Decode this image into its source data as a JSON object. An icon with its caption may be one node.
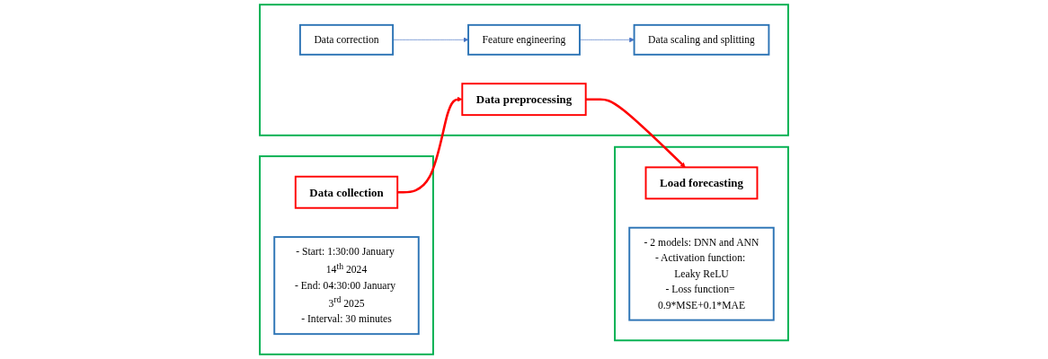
{
  "diagram": {
    "nodes": [
      {
        "text": [],
        "shape": "box"
      },
      {
        "text": [
          "Data collection"
        ],
        "in": 0
      },
      {
        "text": [
          "- Start: 1:30:00 January 14$^{th}$ 2024",
          "- End: 04:30:00 January 3$^{rd}$ 2025",
          "- Interval: 30 minutes"
        ],
        "in": 0
      },
      {
        "text": [],
        "shape": "box"
      },
      {
        "text": [
          "Data preprocessing"
        ],
        "in": 3
      },
      {
        "text": [
          "Data correction"
        ],
        "in": 3
      },
      {
        "text": [
          "Feature engineering"
        ],
        "in": 3
      },
      {
        "text": [
          "Data scaling and splitting"
        ],
        "in": 3
      },
      {
        "text": [],
        "shape": "box"
      },
      {
        "text": [
          "Load forecasting"
        ],
        "in": 8
      },
      {
        "text": [
          "- 2 models: DNN and ANN",
          "- Activation function: Leaky ReLU",
          "- Loss function= 0.9*MSE+0.1*MAE"
        ],
        "in": 8
      }
    ],
    "edges": [
      {
        "from": 1,
        "to": 4,
        "arrow": "to",
        "style": "thick",
        "color": "#ff0000"
      },
      {
        "from": 4,
        "to": 9,
        "arrow": "to",
        "style": "thick",
        "color": "#ff0000"
      },
      {
        "from": 5,
        "to": 6,
        "arrow": "to",
        "color": "#4472c4"
      },
      {
        "from": 6,
        "to": 7,
        "arrow": "to",
        "color": "#4472c4"
      }
    ]
  }
}
